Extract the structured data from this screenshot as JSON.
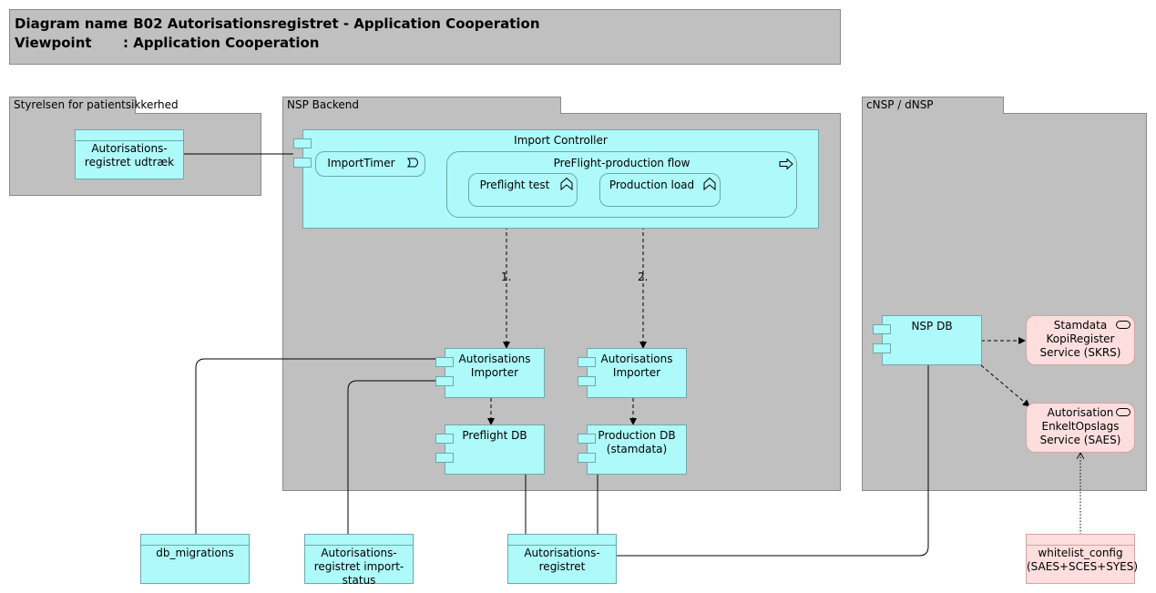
{
  "header": {
    "diagram_name_label": "Diagram name",
    "diagram_name_value": ": B02 Autorisationsregistret - Application Cooperation",
    "viewpoint_label": "Viewpoint",
    "viewpoint_value": ": Application Cooperation"
  },
  "groups": {
    "styrelsen": "Styrelsen for patientsikkerhed",
    "nsp_backend": "NSP Backend",
    "cnsp": "cNSP / dNSP"
  },
  "elements": {
    "udtraek": [
      "Autorisations-",
      "registret udtræk"
    ],
    "import_controller": "Import Controller",
    "import_timer": "ImportTimer",
    "preflight_flow": "PreFlight-production flow",
    "preflight_test": "Preflight test",
    "production_load": "Production load",
    "importer_left": [
      "Autorisations",
      "Importer"
    ],
    "importer_right": [
      "Autorisations",
      "Importer"
    ],
    "preflight_db": "Preflight DB",
    "production_db": [
      "Production DB",
      "(stamdata)"
    ],
    "nsp_db": "NSP DB",
    "skrs": [
      "Stamdata",
      "KopiRegister",
      "Service (SKRS)"
    ],
    "saes": [
      "Autorisation",
      "EnkeltOpslags",
      "Service (SAES)"
    ],
    "db_migrations": "db_migrations",
    "import_status": [
      "Autorisations-",
      "registret import-",
      "status"
    ],
    "registret": [
      "Autorisations-",
      "registret"
    ],
    "whitelist": [
      "whitelist_config",
      "(SAES+SCES+SYES)"
    ]
  },
  "relations": {
    "label_1": "1.",
    "label_2": "2."
  },
  "colors": {
    "application": "#aef9f9",
    "technology_service": "#fcdede",
    "grouping": "#c0c0c0"
  }
}
